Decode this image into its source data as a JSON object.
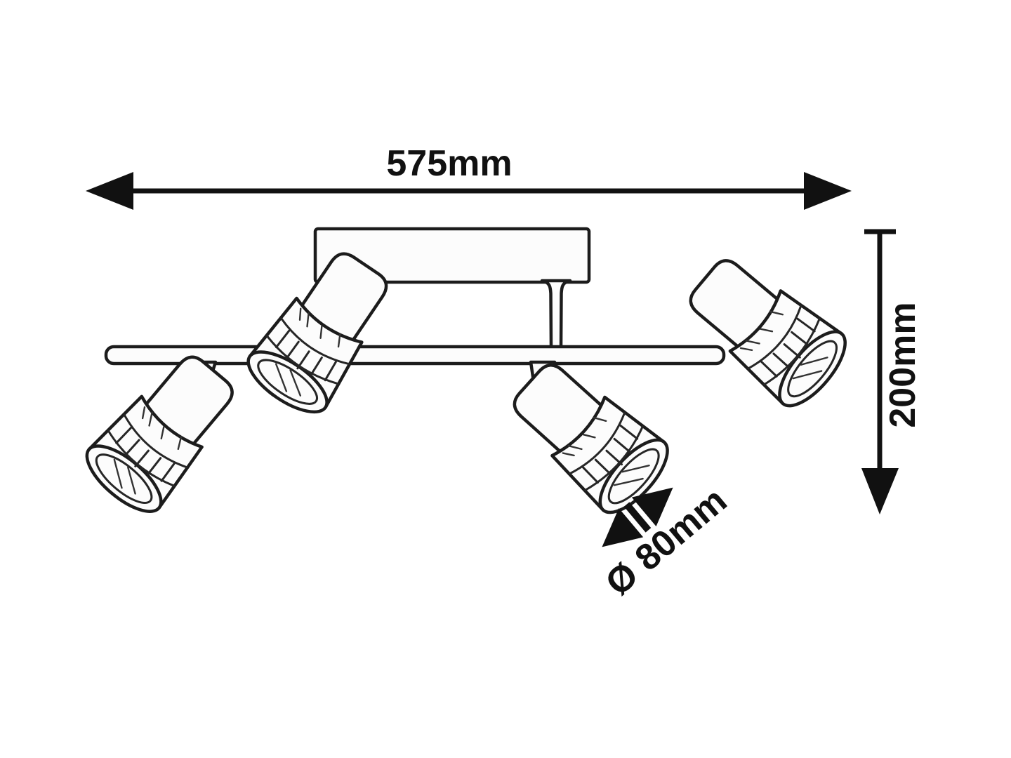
{
  "page": {
    "background_color": "#ffffff"
  },
  "drawing": {
    "kind": "product-dimension-diagram",
    "subject": "four-spot-ceiling-light-fixture",
    "ink_color": "#1c1c1c",
    "dimension_color": "#111111",
    "paper_color": "#ffffff",
    "dimensions": {
      "width": {
        "label": "575mm",
        "value": 575,
        "unit": "mm",
        "orientation": "horizontal"
      },
      "height": {
        "label": "200mm",
        "value": 200,
        "unit": "mm",
        "orientation": "vertical"
      },
      "shade_diameter": {
        "label": "Ø 80mm",
        "value": 80,
        "unit": "mm",
        "orientation": "diagonal"
      }
    },
    "parts": {
      "mount_plate": "ceiling-mount-plate",
      "rail": "support-rail",
      "spotlight_count": 4
    }
  }
}
